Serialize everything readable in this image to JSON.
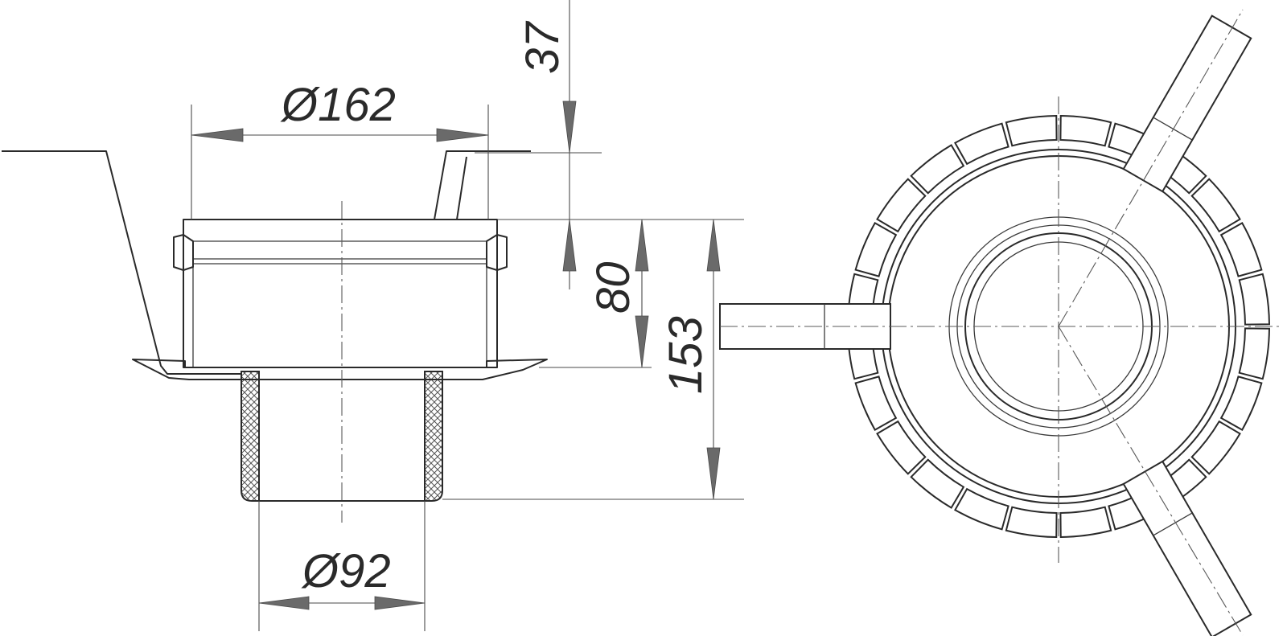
{
  "dimensions": {
    "top_diameter": "Ø162",
    "bottom_diameter": "Ø92",
    "flange_offset": "37",
    "upper_height": "80",
    "total_height": "153"
  }
}
